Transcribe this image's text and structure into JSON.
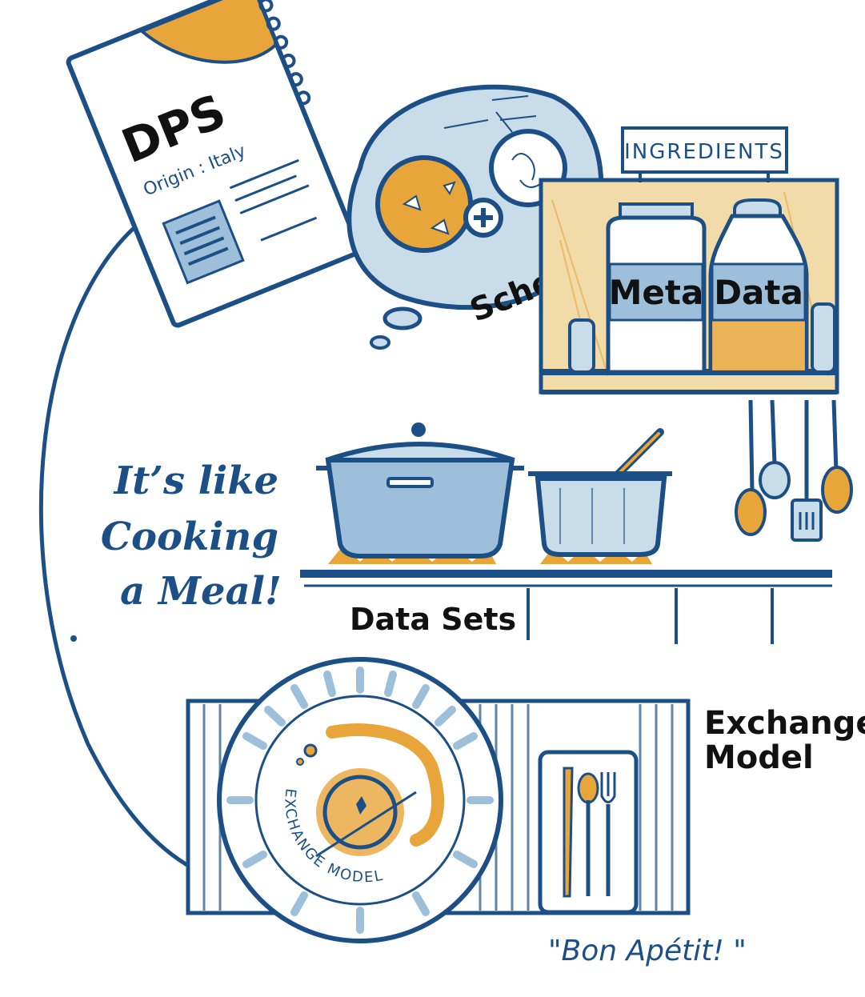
{
  "colors": {
    "navy": "#1c4f86",
    "light_blue": "#9ebfd9",
    "pale_blue": "#c9dcea",
    "orange": "#e8a53a",
    "wood": "#f1dba8",
    "ink": "#111111"
  },
  "recipe_book": {
    "title": "DPS",
    "origin": "Origin : Italy"
  },
  "bowl": {
    "label": "Schema"
  },
  "shelf": {
    "sign": "INGREDIENTS",
    "jar_left": "Meta",
    "jar_right": "Data"
  },
  "slogan": {
    "line1": "It’s like",
    "line2": "Cooking",
    "line3": "a Meal!"
  },
  "stove": {
    "label": "Data Sets"
  },
  "table": {
    "label_line1": "Exchange",
    "label_line2": "Model",
    "plate_text": "EXCHANGE MODEL"
  },
  "closing": {
    "text": "\"Bon Apétit! \""
  },
  "icons": [
    "recipe-book-icon",
    "bowl-icon",
    "plus-icon",
    "jar-icon",
    "pot-icon",
    "saucepan-icon",
    "ladle-icon",
    "spatula-icon",
    "knife-icon",
    "spoon-icon",
    "fork-icon",
    "plate-icon"
  ]
}
